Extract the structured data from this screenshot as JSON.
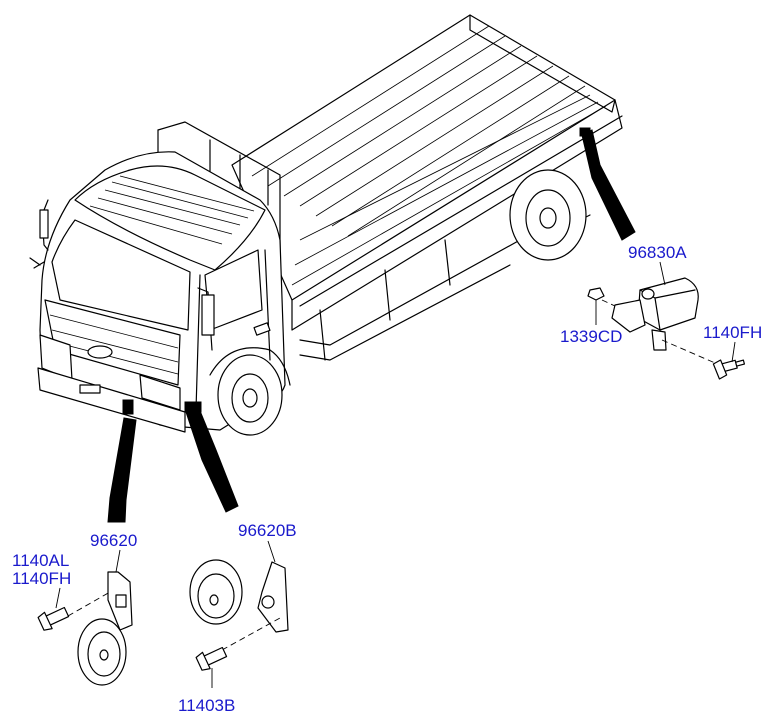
{
  "labels": {
    "sensor": "96830A",
    "nut": "1339CD",
    "bolt_sensor": "1140FH",
    "horn_low": "96620",
    "bolt_horn_low_1": "1140AL",
    "bolt_horn_low_2": "1140FH",
    "horn_high": "96620B",
    "bolt_horn_high": "11403B"
  },
  "colors": {
    "label": "#1a1acc",
    "line": "#000000",
    "background": "#ffffff"
  }
}
